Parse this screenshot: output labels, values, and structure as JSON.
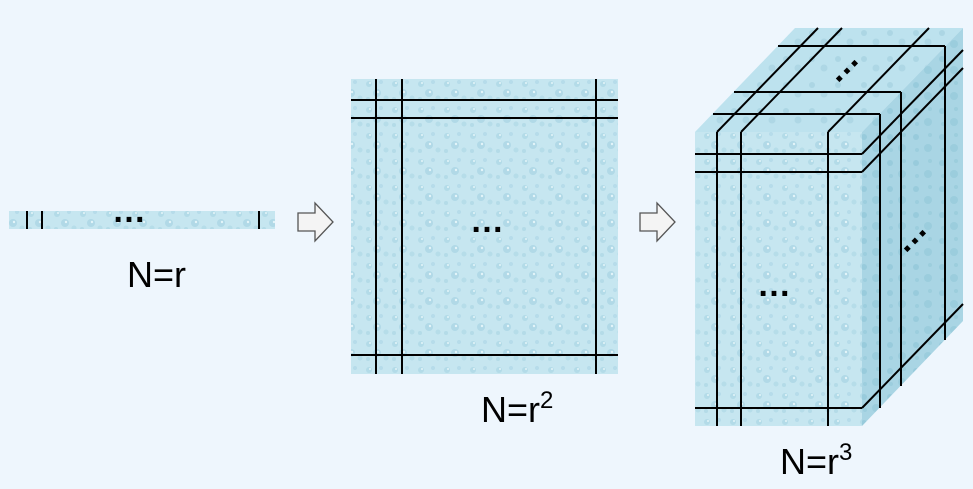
{
  "colors": {
    "background": "#eef6fd",
    "water_light": "#c6e6f0",
    "water_dark": "#a9d5e4",
    "line": "#000000",
    "arrow_fill": "#f4f4f4",
    "arrow_stroke": "#555555"
  },
  "panels": [
    {
      "id": "one-dim",
      "ellipsis": "…",
      "label_base": "N=r",
      "label_exp": ""
    },
    {
      "id": "two-dim",
      "ellipsis": "…",
      "label_base": "N=r",
      "label_exp": "2"
    },
    {
      "id": "three-dim",
      "ellipsis_front": "…",
      "ellipsis_top": "…",
      "ellipsis_side": "…",
      "label_base": "N=r",
      "label_exp": "3"
    }
  ],
  "icons": {
    "arrow": "right-arrow-icon"
  }
}
